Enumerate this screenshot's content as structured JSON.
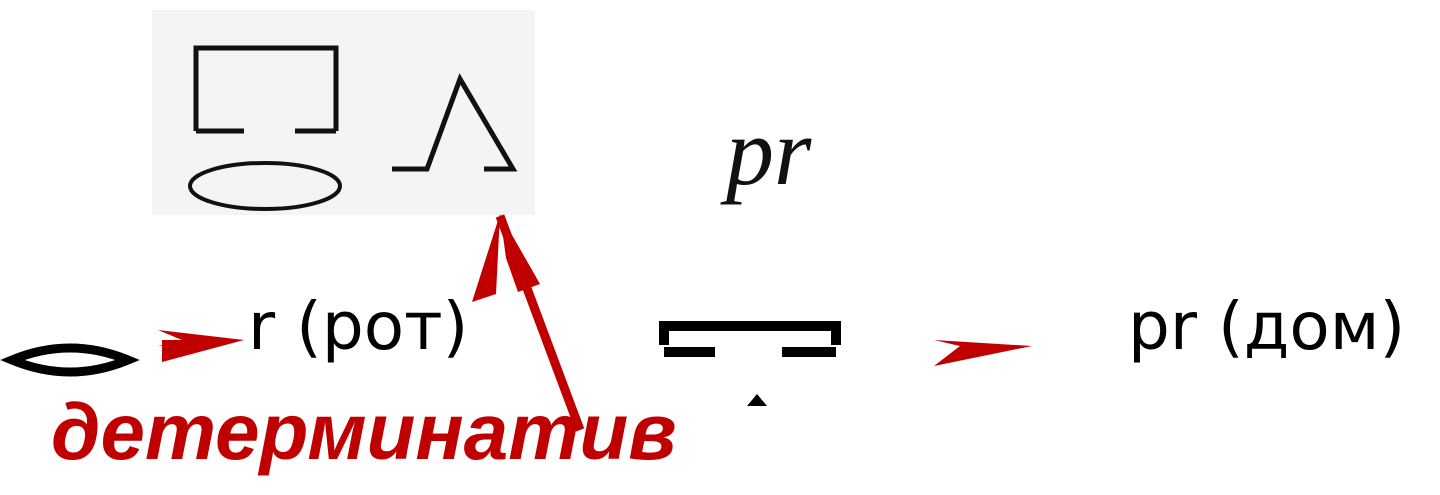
{
  "hieroglyph_group": {
    "transliteration": "pr"
  },
  "examples": [
    {
      "sign": "mouth-glyph",
      "reading": "r  (рот)"
    },
    {
      "sign": "house-glyph",
      "reading": "pr (дом)"
    }
  ],
  "determinative": {
    "label": "детерминатив"
  },
  "colors": {
    "accent_red": "#c00000",
    "ink": "#000000",
    "scan_background": "#f4f4f4"
  }
}
